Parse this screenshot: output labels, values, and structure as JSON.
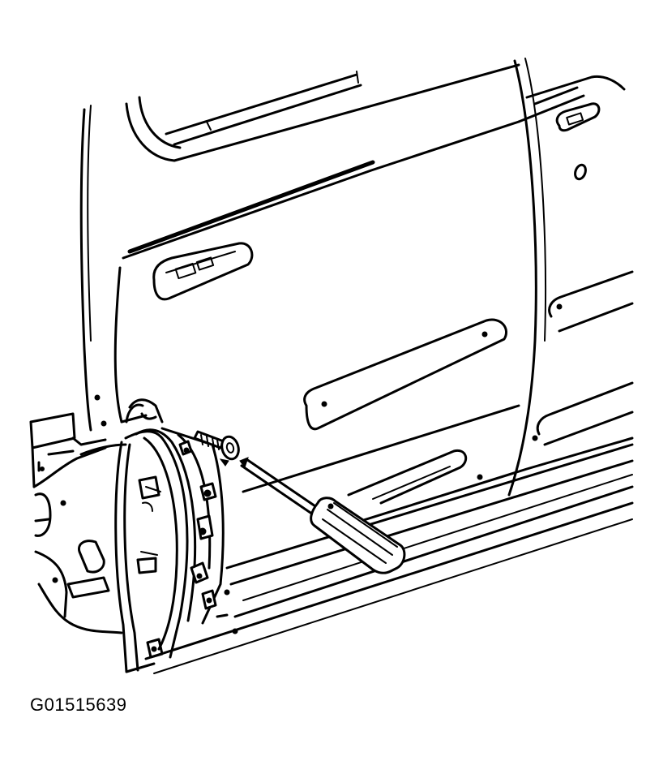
{
  "figure": {
    "code": "G01515639"
  },
  "parts": {
    "body": "vehicle-side-body",
    "door": "rear-door",
    "liner": "wheelhouse-liner",
    "fastener": "push-pin-retainer",
    "tool": "flat-blade-screwdriver"
  }
}
